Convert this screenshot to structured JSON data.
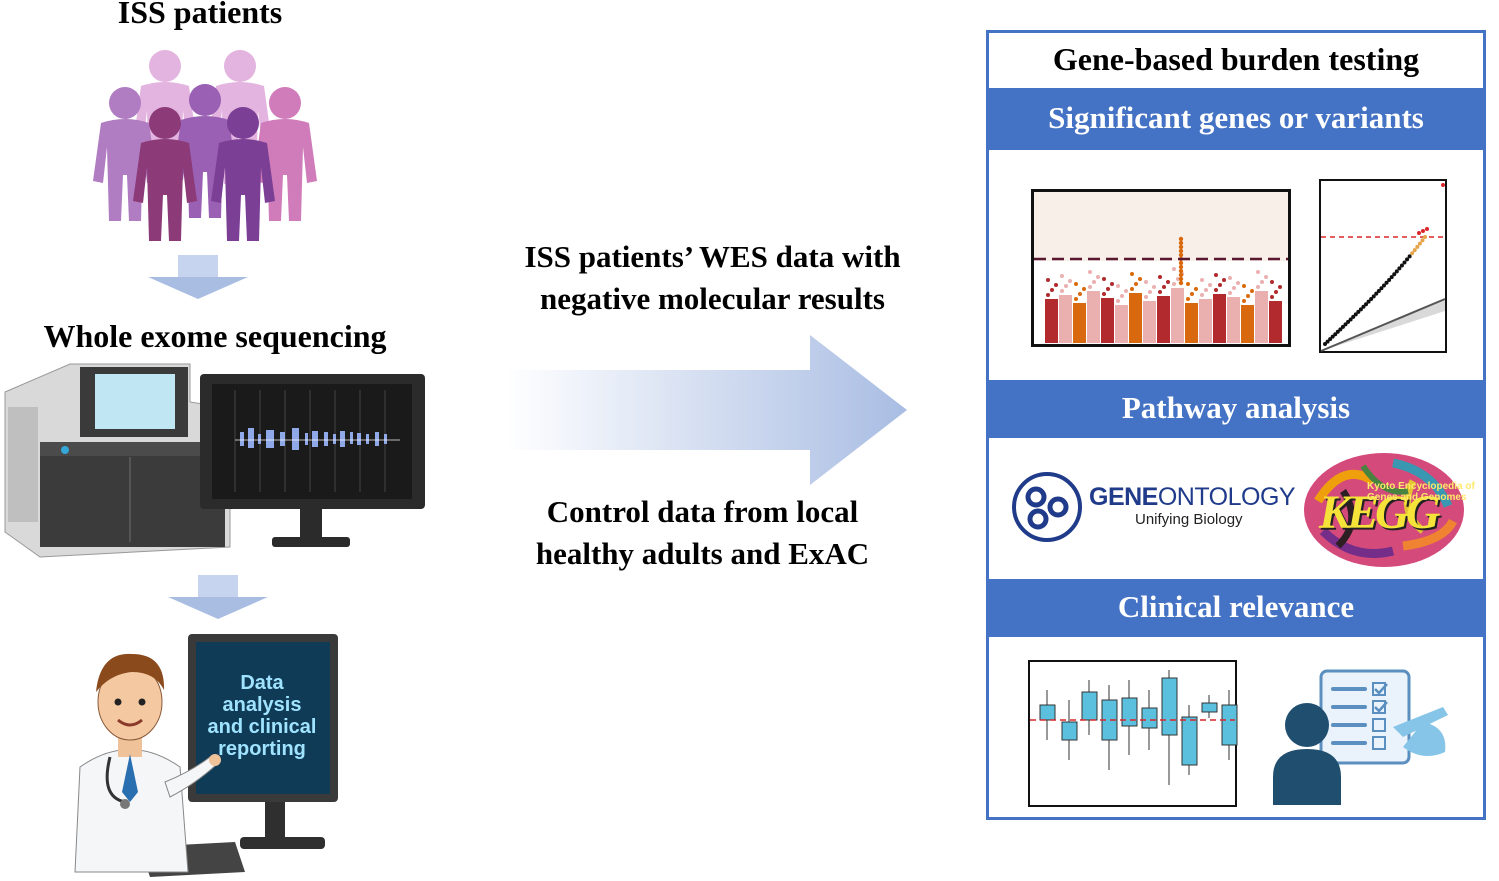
{
  "left": {
    "patients_title": "ISS patients",
    "sequencing_title": "Whole exome sequencing",
    "monitor_text": [
      "Data",
      "analysis",
      "and clinical",
      "reporting"
    ]
  },
  "middle": {
    "top_text": [
      "ISS patients’ WES data with",
      "negative molecular results"
    ],
    "bottom_text": [
      "Control data from local",
      "healthy adults and ExAC"
    ]
  },
  "panel": {
    "title": "Gene-based burden testing",
    "section1": "Significant genes or variants",
    "section2": "Pathway analysis",
    "section3": "Clinical relevance",
    "go_logo": {
      "gene": "GENE",
      "ontology": "ONTOLOGY",
      "tagline": "Unifying Biology"
    },
    "kegg_logo": {
      "letters": "KEGG",
      "caption_line1": "Kyoto Encyclopedia of",
      "caption_line2": "Genes and Genomes"
    }
  },
  "colors": {
    "accent_blue": "#4472c4",
    "arrow_blue": "#a9bde3",
    "manhattan_dark_red": "#b22a2e",
    "manhattan_pink": "#eab0b0",
    "manhattan_orange": "#d9690e",
    "threshold_red": "#d9262c",
    "boxplot_blue": "#5bc0de"
  },
  "icons": [
    "patients-group-icon",
    "sequencer-icon",
    "computer-monitor-icon",
    "doctor-icon",
    "manhattan-plot-icon",
    "qq-plot-icon",
    "gene-ontology-logo",
    "kegg-logo",
    "boxplot-icon",
    "person-checklist-icon"
  ]
}
